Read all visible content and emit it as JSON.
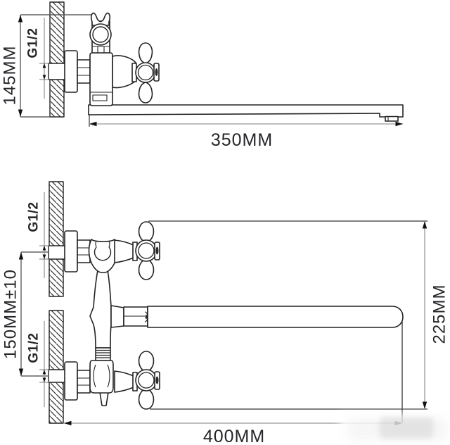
{
  "side_view": {
    "height_dimension": "145MM",
    "thread_size": "G1/2",
    "spout_length_dimension": "350MM"
  },
  "front_view": {
    "inlet_spacing_dimension": "150MM±10",
    "upper_thread_size": "G1/2",
    "lower_thread_size": "G1/2",
    "overall_height_dimension": "225MM",
    "overall_width_dimension": "400MM"
  },
  "colors": {
    "outline": "#222222",
    "dimension_line": "#999999",
    "hatch": "#3a3a3a",
    "label_text": "#26262a",
    "arrow": "#111111"
  }
}
